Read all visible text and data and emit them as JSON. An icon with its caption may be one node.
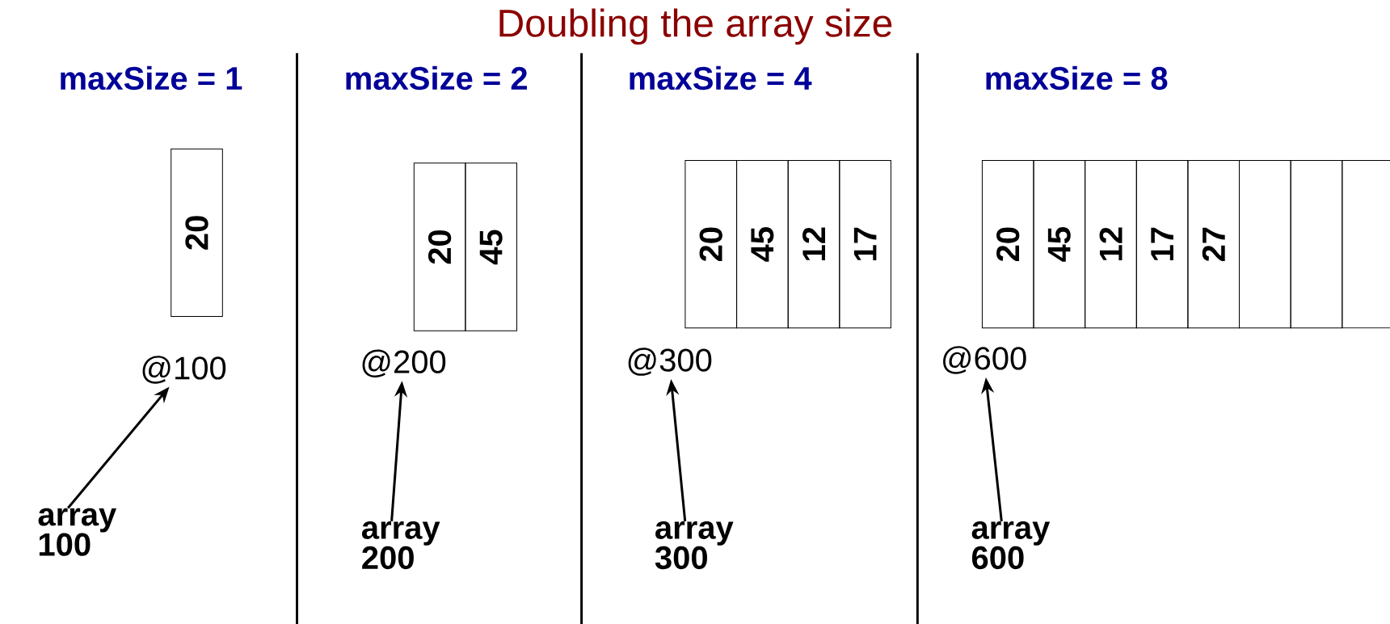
{
  "diagram": {
    "title": "Doubling the array size",
    "nodes": [
      {
        "text": [
          "20"
        ]
      },
      {
        "text": [
          "@100"
        ]
      },
      {
        "text": [
          "array 100"
        ]
      },
      {
        "text": [
          "20"
        ]
      },
      {
        "text": [
          "45"
        ]
      },
      {
        "text": [
          "@200"
        ]
      },
      {
        "text": [
          "array 200"
        ]
      },
      {
        "text": [
          "20"
        ]
      },
      {
        "text": [
          "45"
        ]
      },
      {
        "text": [
          "12"
        ]
      },
      {
        "text": [
          "17"
        ]
      },
      {
        "text": [
          "@300"
        ]
      },
      {
        "text": [
          "array 300"
        ]
      },
      {
        "text": [
          "20"
        ]
      },
      {
        "text": [
          "45"
        ]
      },
      {
        "text": [
          "12"
        ]
      },
      {
        "text": [
          "17"
        ]
      },
      {
        "text": [
          "27"
        ]
      },
      {
        "text": [],
        "shape": "box"
      },
      {
        "text": [],
        "shape": "box"
      },
      {
        "text": [],
        "shape": "box"
      },
      {
        "text": [
          "@600"
        ]
      },
      {
        "text": [
          "array 600"
        ]
      }
    ],
    "edges": [
      {
        "from": 2,
        "to": 1,
        "arrow": "to"
      },
      {
        "from": 6,
        "to": 5,
        "arrow": "to"
      },
      {
        "from": 12,
        "to": 11,
        "arrow": "to"
      },
      {
        "from": 22,
        "to": 21,
        "arrow": "to"
      }
    ],
    "labels": [
      "maxSize = 1",
      "maxSize = 2",
      "maxSize = 4",
      "maxSize = 8"
    ]
  }
}
